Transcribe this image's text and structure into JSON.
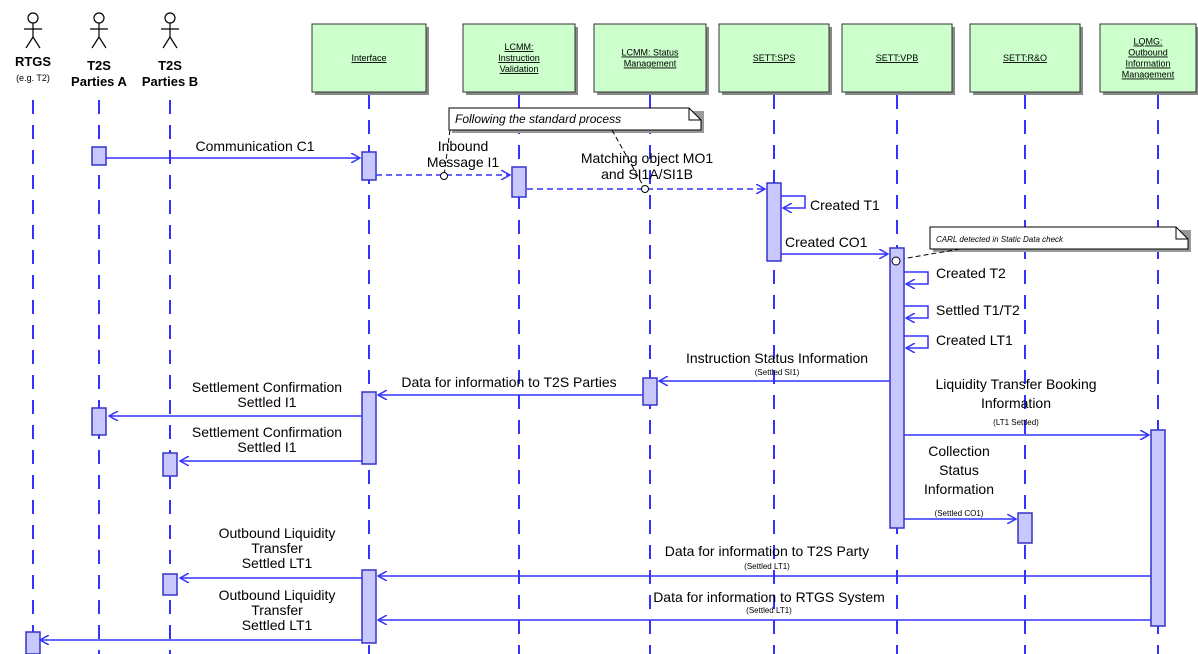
{
  "actors": [
    {
      "id": "rtgs",
      "label": "RTGS",
      "sub": "(e.g. T2)"
    },
    {
      "id": "t2sa",
      "label": "T2S",
      "sub": "Parties A"
    },
    {
      "id": "t2sb",
      "label": "T2S",
      "sub": "Parties B"
    }
  ],
  "components": [
    {
      "id": "interface",
      "lines": [
        "Interface"
      ]
    },
    {
      "id": "lcmm-val",
      "lines": [
        "LCMM:",
        "Instruction",
        "Validation"
      ]
    },
    {
      "id": "lcmm-status",
      "lines": [
        "LCMM: Status",
        "Management"
      ]
    },
    {
      "id": "sps",
      "lines": [
        "SETT:SPS"
      ]
    },
    {
      "id": "vpb",
      "lines": [
        "SETT:VPB"
      ]
    },
    {
      "id": "rao",
      "lines": [
        "SETT:R&O"
      ]
    },
    {
      "id": "lqmg",
      "lines": [
        "LQMG:",
        "Outbound",
        "Information",
        "Management"
      ]
    }
  ],
  "notes": [
    {
      "id": "standard",
      "text": "Following the standard process"
    },
    {
      "id": "carl",
      "text": "CARL detected in Static Data check"
    }
  ],
  "messages": [
    {
      "id": "c1",
      "lines": [
        "Communication C1"
      ],
      "sub": ""
    },
    {
      "id": "inbound",
      "lines": [
        "Inbound",
        "Message I1"
      ],
      "sub": ""
    },
    {
      "id": "matching",
      "lines": [
        "Matching object MO1",
        "and SI1A/SI1B"
      ],
      "sub": ""
    },
    {
      "id": "created-t1",
      "lines": [
        "Created T1"
      ],
      "sub": ""
    },
    {
      "id": "created-co1",
      "lines": [
        "Created CO1"
      ],
      "sub": ""
    },
    {
      "id": "created-t2",
      "lines": [
        "Created T2"
      ],
      "sub": ""
    },
    {
      "id": "settled-t1t2",
      "lines": [
        "Settled T1/T2"
      ],
      "sub": ""
    },
    {
      "id": "created-lt1",
      "lines": [
        "Created LT1"
      ],
      "sub": ""
    },
    {
      "id": "isi",
      "lines": [
        "Instruction Status Information"
      ],
      "sub": "(Settled SI1)"
    },
    {
      "id": "data-parties",
      "lines": [
        "Data for information to T2S Parties"
      ],
      "sub": ""
    },
    {
      "id": "sc-a",
      "lines": [
        "Settlement Confirmation",
        "Settled I1"
      ],
      "sub": ""
    },
    {
      "id": "sc-b",
      "lines": [
        "Settlement Confirmation",
        "Settled I1"
      ],
      "sub": ""
    },
    {
      "id": "ltbi",
      "lines": [
        "Liquidity Transfer Booking",
        "Information"
      ],
      "sub": "(LT1 Settled)"
    },
    {
      "id": "csi",
      "lines": [
        "Collection",
        "Status",
        "Information"
      ],
      "sub": "(Settled CO1)"
    },
    {
      "id": "data-party",
      "lines": [
        "Data for information to T2S Party"
      ],
      "sub": "(Settled LT1)"
    },
    {
      "id": "data-rtgs",
      "lines": [
        "Data for information to RTGS System"
      ],
      "sub": "(Settled LT1)"
    },
    {
      "id": "olt-b",
      "lines": [
        "Outbound Liquidity",
        "Transfer",
        "Settled LT1"
      ],
      "sub": ""
    },
    {
      "id": "olt-rtgs",
      "lines": [
        "Outbound Liquidity",
        "Transfer",
        "Settled LT1"
      ],
      "sub": ""
    }
  ],
  "colors": {
    "lifeline": "#3333ff",
    "box_fill": "#ccffcc",
    "box_stroke": "#333333",
    "activation_fill": "#c8c8ff",
    "activation_stroke": "#3333cc",
    "message": "#3333ff"
  }
}
